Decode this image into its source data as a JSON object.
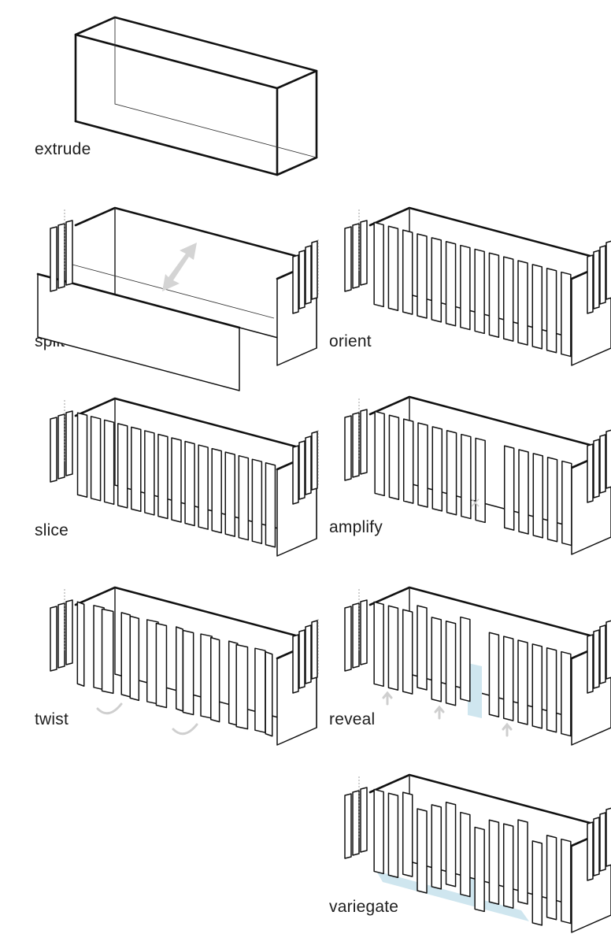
{
  "steps": [
    {
      "id": "extrude",
      "label": "extrude"
    },
    {
      "id": "split",
      "label": "split"
    },
    {
      "id": "orient",
      "label": "orient"
    },
    {
      "id": "slice",
      "label": "slice"
    },
    {
      "id": "amplify",
      "label": "amplify"
    },
    {
      "id": "twist",
      "label": "twist"
    },
    {
      "id": "reveal",
      "label": "reveal"
    },
    {
      "id": "variegate",
      "label": "variegate"
    }
  ],
  "colors": {
    "line": "#111111",
    "hint_arrow": "#d4d4d4",
    "reveal_tint": "#cfe6ef"
  }
}
